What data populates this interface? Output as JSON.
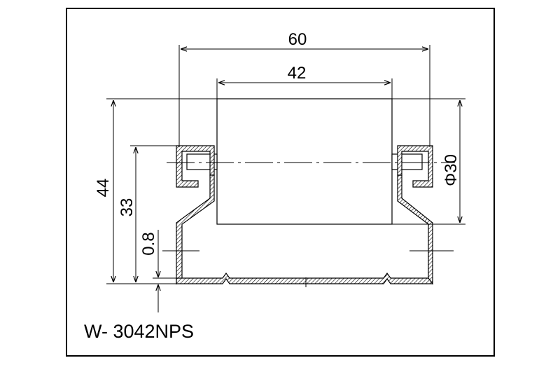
{
  "model_label": "W- 3042NPS",
  "dimensions": {
    "overall_width": "60",
    "roller_length": "42",
    "overall_height": "44",
    "roller_axis_height": "33",
    "thickness": "0.8",
    "roller_diameter": "Φ30"
  },
  "colors": {
    "line": "#000000",
    "hatch": "#000000",
    "background": "#ffffff"
  }
}
